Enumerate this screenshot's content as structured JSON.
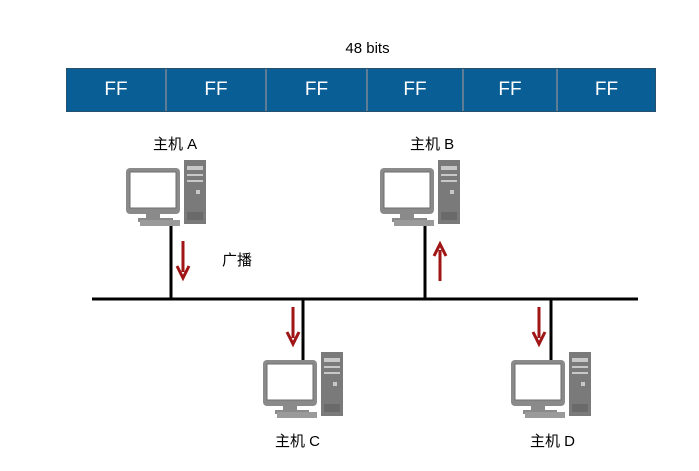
{
  "frame": {
    "size_label": "48 bits",
    "bytes": [
      "FF",
      "FF",
      "FF",
      "FF",
      "FF",
      "FF"
    ]
  },
  "hosts": {
    "a": "主机 A",
    "b": "主机 B",
    "c": "主机 C",
    "d": "主机 D"
  },
  "broadcast_label": "广播",
  "colors": {
    "frame_fill": "#0a5e96",
    "arrow": "#a01515",
    "computer": "#808080",
    "bus": "#000000"
  },
  "icons": [
    "computer-icon",
    "arrow-down-icon",
    "arrow-up-icon"
  ]
}
